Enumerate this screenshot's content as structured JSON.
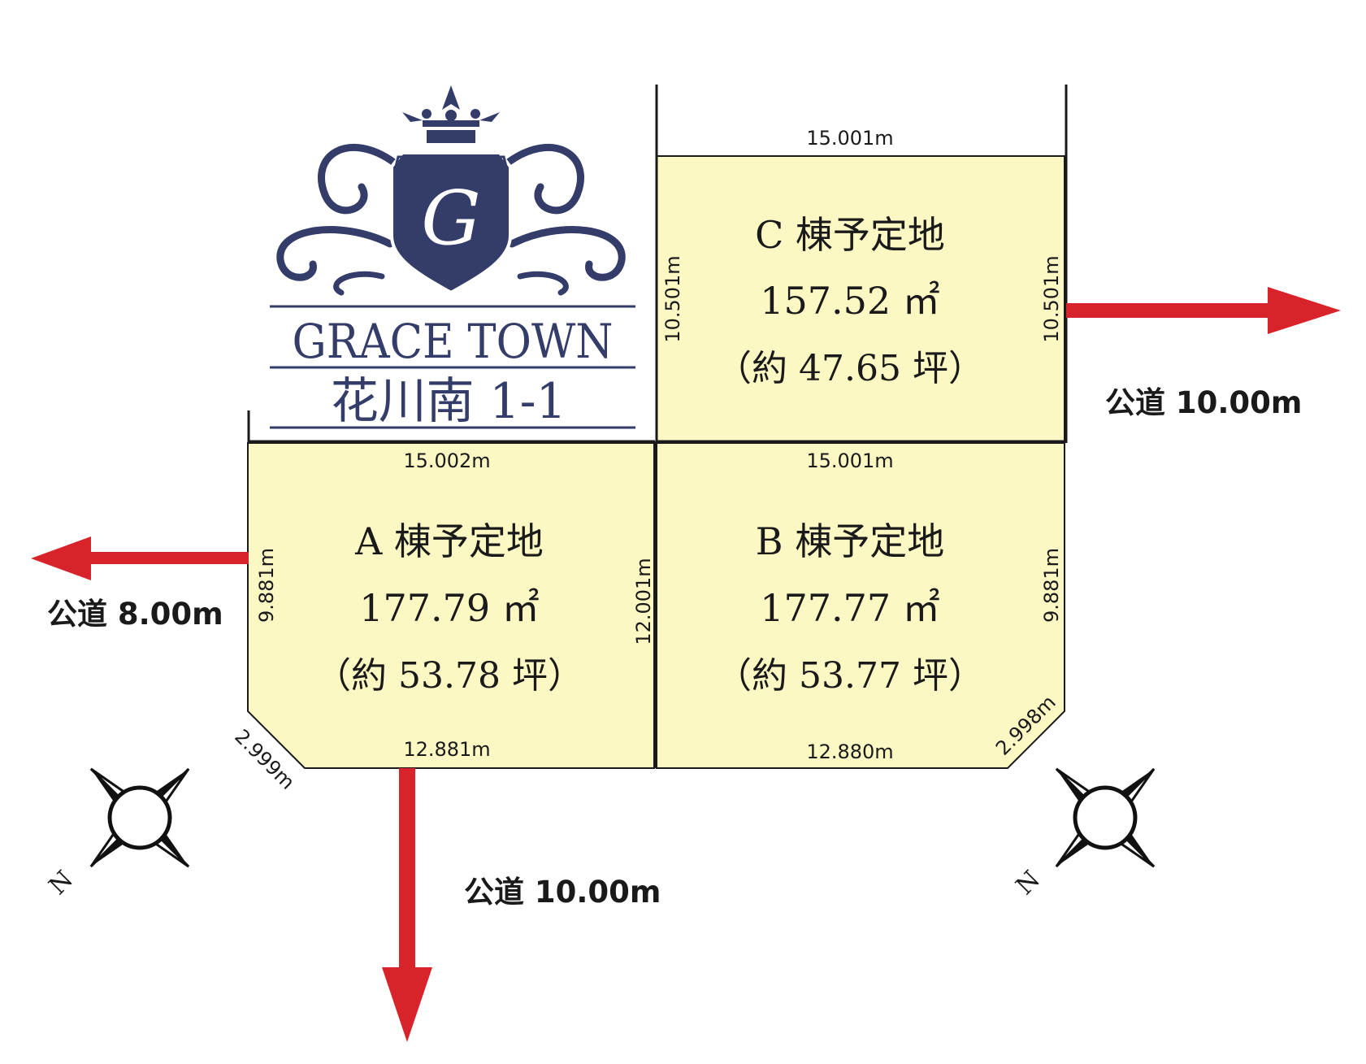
{
  "logo": {
    "name": "GRACE TOWN",
    "subtitle": "花川南 1-1",
    "emblem_letter": "G",
    "color": "#343c6a"
  },
  "lots": [
    {
      "id": "A",
      "title": "A 棟予定地",
      "area": "177.79 ㎡",
      "tsubo": "（約 53.78 坪）",
      "dimensions": {
        "top": "15.002m",
        "left": "9.881m",
        "right": "12.001m",
        "bottom": "12.881m",
        "corner": "2.999m"
      }
    },
    {
      "id": "B",
      "title": "B 棟予定地",
      "area": "177.77 ㎡",
      "tsubo": "（約 53.77 坪）",
      "dimensions": {
        "top": "15.001m",
        "right": "9.881m",
        "bottom": "12.880m",
        "corner": "2.998m"
      }
    },
    {
      "id": "C",
      "title": "C 棟予定地",
      "area": "157.52 ㎡",
      "tsubo": "（約 47.65 坪）",
      "dimensions": {
        "top": "15.001m",
        "left": "10.501m",
        "right": "10.501m"
      }
    }
  ],
  "roads": {
    "west": "公道 8.00m",
    "east": "公道 10.00m",
    "south": "公道 10.00m"
  },
  "compass": {
    "label": "N"
  },
  "colors": {
    "lot_fill": "#fbf8c4",
    "arrow": "#d9232b",
    "line": "#1a1a1a",
    "logo": "#343c6a"
  }
}
